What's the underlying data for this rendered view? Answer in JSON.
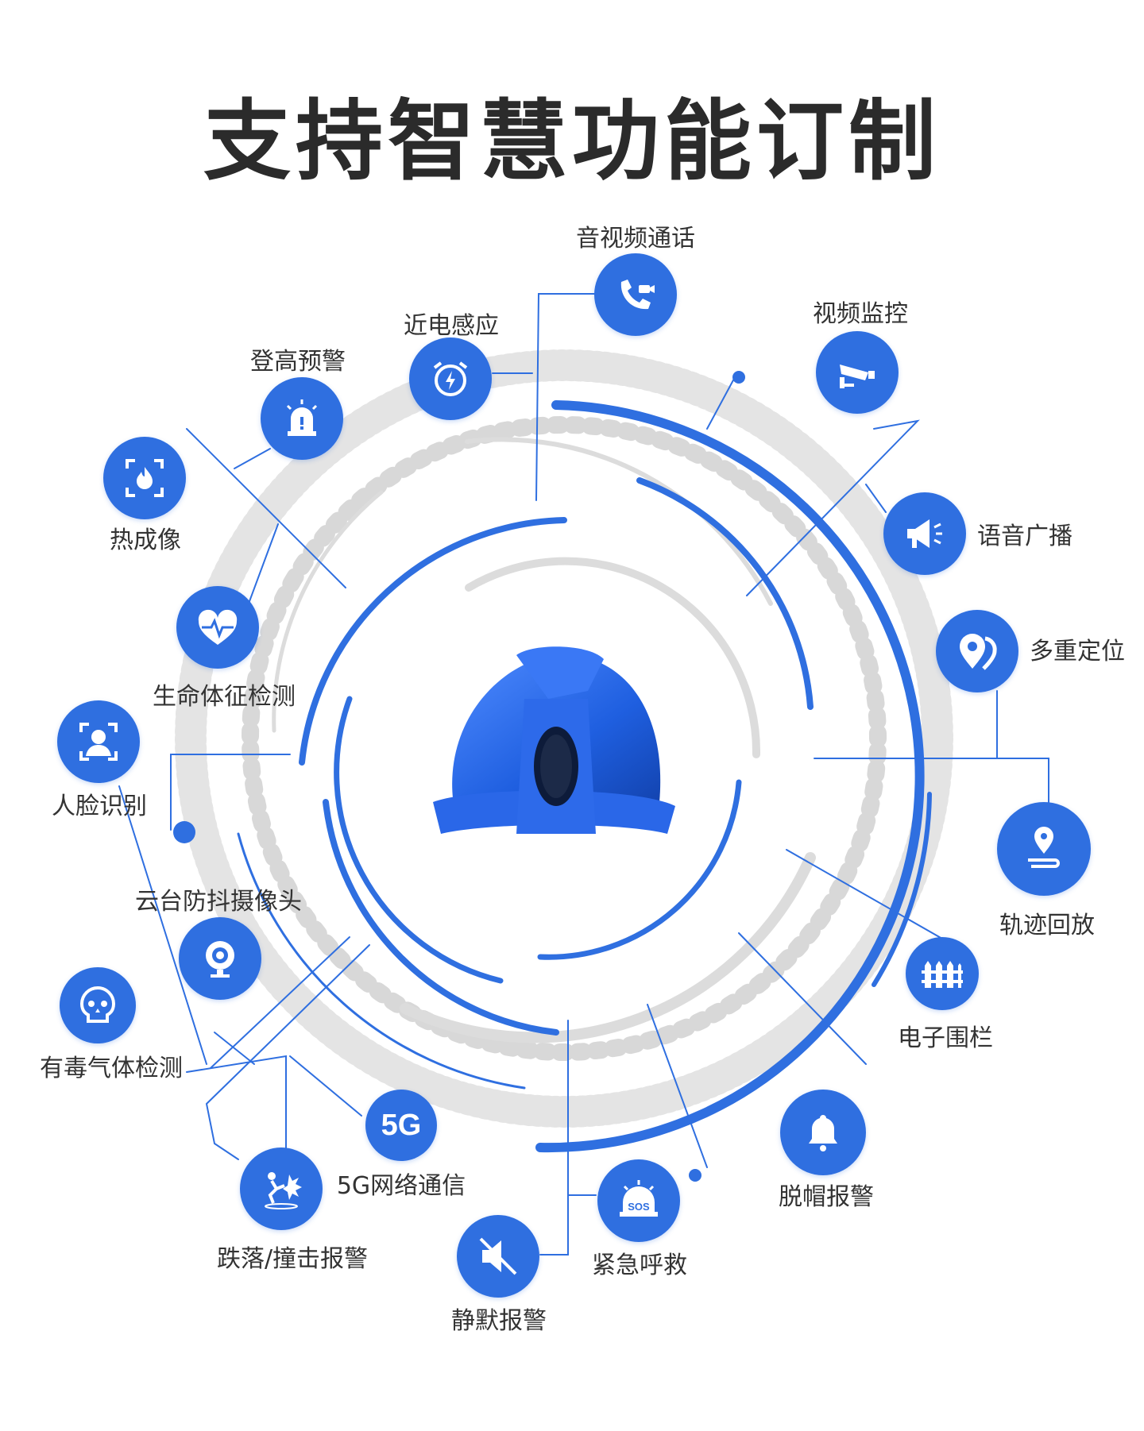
{
  "title": "支持智慧功能订制",
  "colors": {
    "accent": "#2f6fe0",
    "ring_gray": "#dcdcdc",
    "text": "#333333",
    "title": "#2b2b2b"
  },
  "helmet": {
    "description_icon": "safety-helmet-with-camera",
    "color": "#1f5fe0"
  },
  "features": [
    {
      "id": "av-call",
      "label": "音视频通话",
      "icon": "phone-video-icon"
    },
    {
      "id": "video-monitor",
      "label": "视频监控",
      "icon": "cctv-camera-icon"
    },
    {
      "id": "proximity",
      "label": "近电感应",
      "icon": "alarm-clock-bolt-icon"
    },
    {
      "id": "height-warning",
      "label": "登高预警",
      "icon": "warning-light-icon"
    },
    {
      "id": "thermal",
      "label": "热成像",
      "icon": "flame-scan-icon"
    },
    {
      "id": "voice-broadcast",
      "label": "语音广播",
      "icon": "megaphone-icon"
    },
    {
      "id": "multi-location",
      "label": "多重定位",
      "icon": "location-pin-icon"
    },
    {
      "id": "vital-signs",
      "label": "生命体征检测",
      "icon": "heart-pulse-icon"
    },
    {
      "id": "face-recognition",
      "label": "人脸识别",
      "icon": "face-scan-icon"
    },
    {
      "id": "track-playback",
      "label": "轨迹回放",
      "icon": "route-pin-icon"
    },
    {
      "id": "gimbal-camera",
      "label": "云台防抖摄像头",
      "icon": "webcam-icon"
    },
    {
      "id": "geo-fence",
      "label": "电子围栏",
      "icon": "fence-icon"
    },
    {
      "id": "toxic-gas",
      "label": "有毒气体检测",
      "icon": "skull-icon"
    },
    {
      "id": "helmet-off",
      "label": "脱帽报警",
      "icon": "bell-icon"
    },
    {
      "id": "5g",
      "label": "5G网络通信",
      "icon": "5g-icon",
      "icon_text": "5G"
    },
    {
      "id": "fall-impact",
      "label": "跌落/撞击报警",
      "icon": "fall-impact-icon"
    },
    {
      "id": "sos",
      "label": "紧急呼救",
      "icon": "sos-siren-icon",
      "icon_text": "SOS"
    },
    {
      "id": "silent-alarm",
      "label": "静默报警",
      "icon": "mute-speaker-icon"
    }
  ]
}
